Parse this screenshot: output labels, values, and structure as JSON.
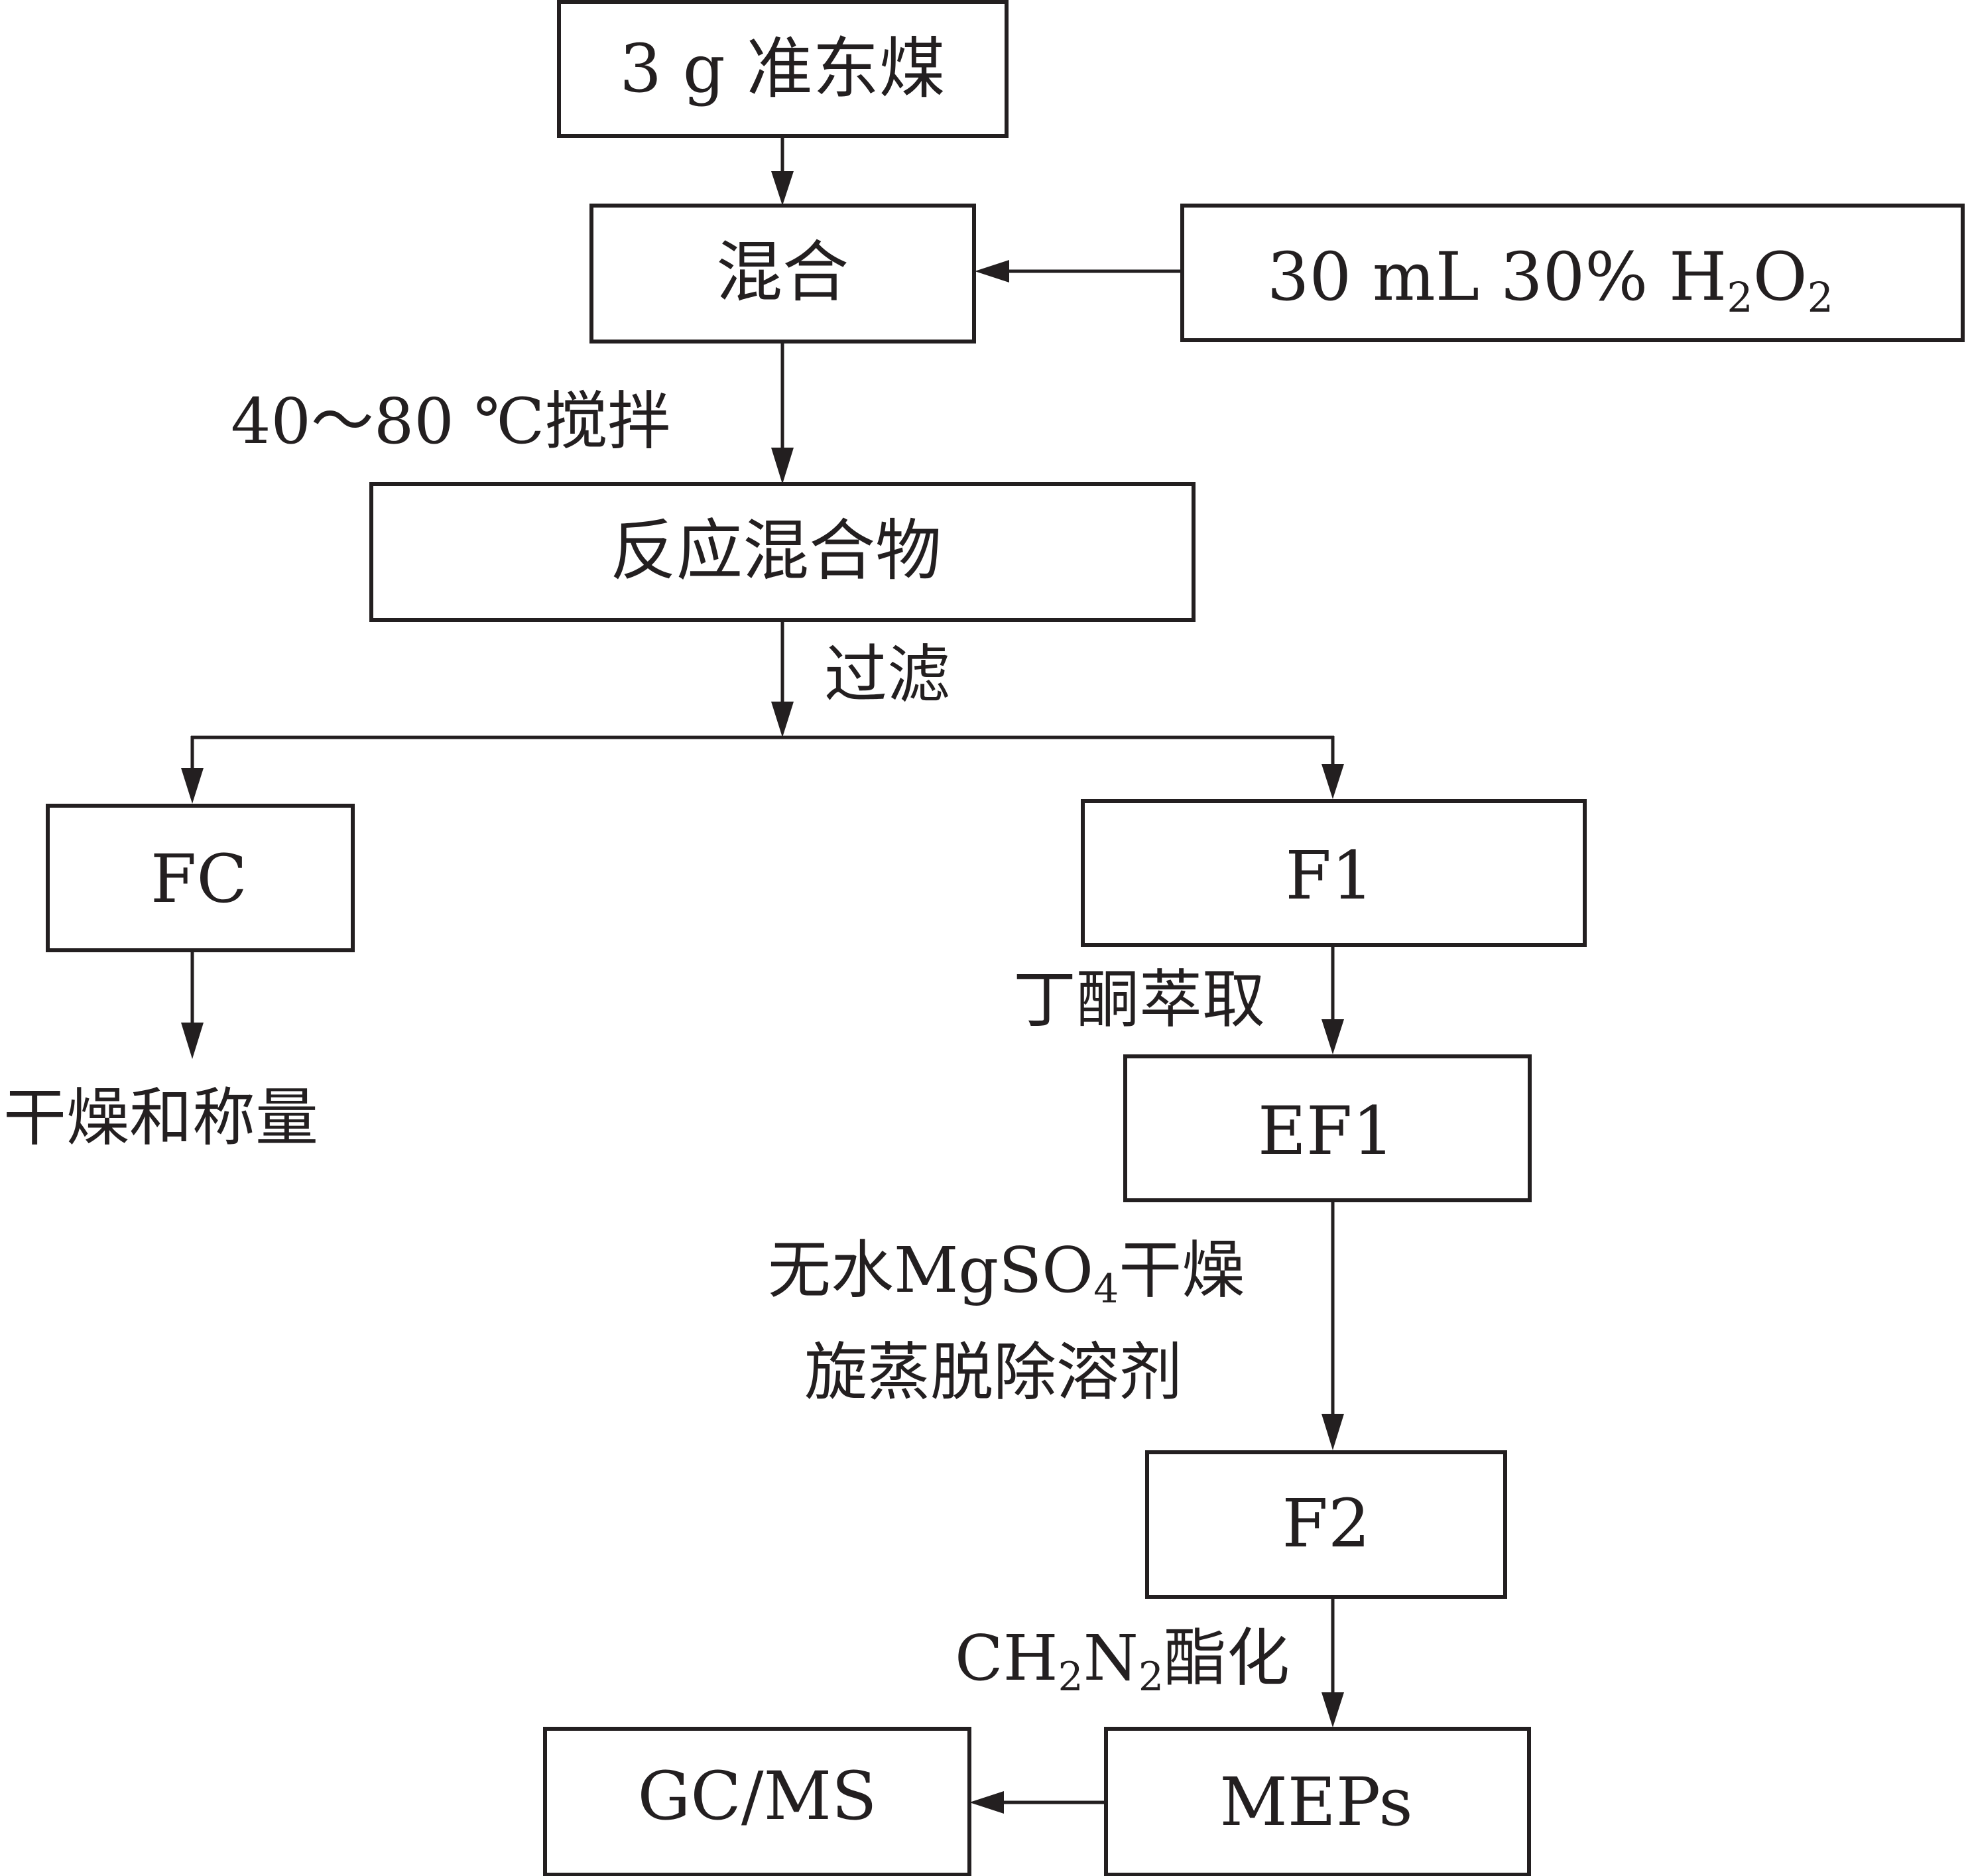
{
  "nodes": {
    "coal": "3 g 准东煤",
    "mix": "混合",
    "oxidant": {
      "prefix": "30 mL 30% H",
      "sub1": "2",
      "mid": "O",
      "sub2": "2"
    },
    "reaction_mixture": "反应混合物",
    "fc": "FC",
    "f1": "F1",
    "ef1": "EF1",
    "f2": "F2",
    "meps": "MEPs",
    "gcms": "GC/MS"
  },
  "steps": {
    "stir": "40～80 ℃搅拌",
    "filter": "过滤",
    "dry_weigh": "干燥和称量",
    "extract": "丁酮萃取",
    "dry_line1": {
      "prefix": "无水MgSO",
      "sub": "4",
      "suffix": "干燥"
    },
    "dry_line2": "旋蒸脱除溶剂",
    "esterify": {
      "prefix": "CH",
      "sub1": "2",
      "mid": "N",
      "sub2": "2",
      "suffix": "酯化"
    }
  }
}
